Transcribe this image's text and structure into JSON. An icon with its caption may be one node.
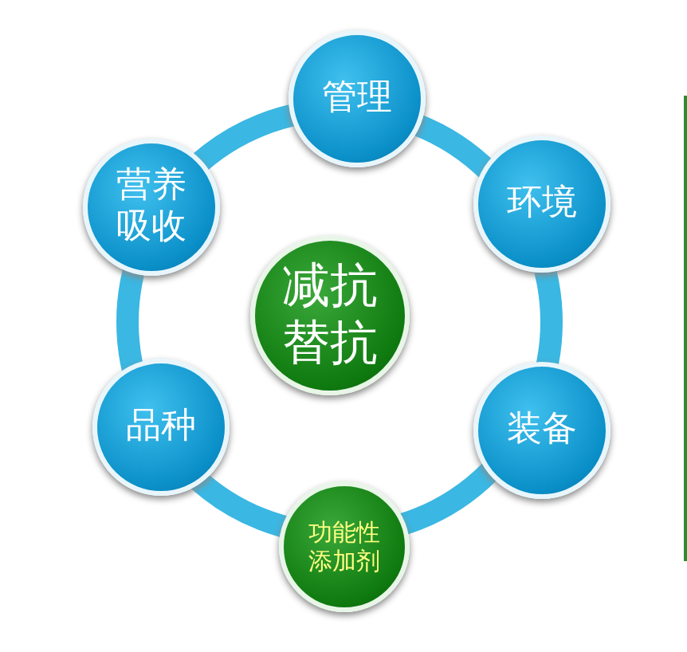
{
  "diagram": {
    "nodes": [
      {
        "text": [
          "减抗替抗"
        ]
      },
      {
        "text": [
          "管理"
        ]
      },
      {
        "text": [
          "环境"
        ]
      },
      {
        "text": [
          "装备"
        ]
      },
      {
        "text": [
          "功能性添加剂"
        ]
      },
      {
        "text": [
          "品种"
        ]
      },
      {
        "text": [
          "营养吸收"
        ]
      }
    ]
  }
}
